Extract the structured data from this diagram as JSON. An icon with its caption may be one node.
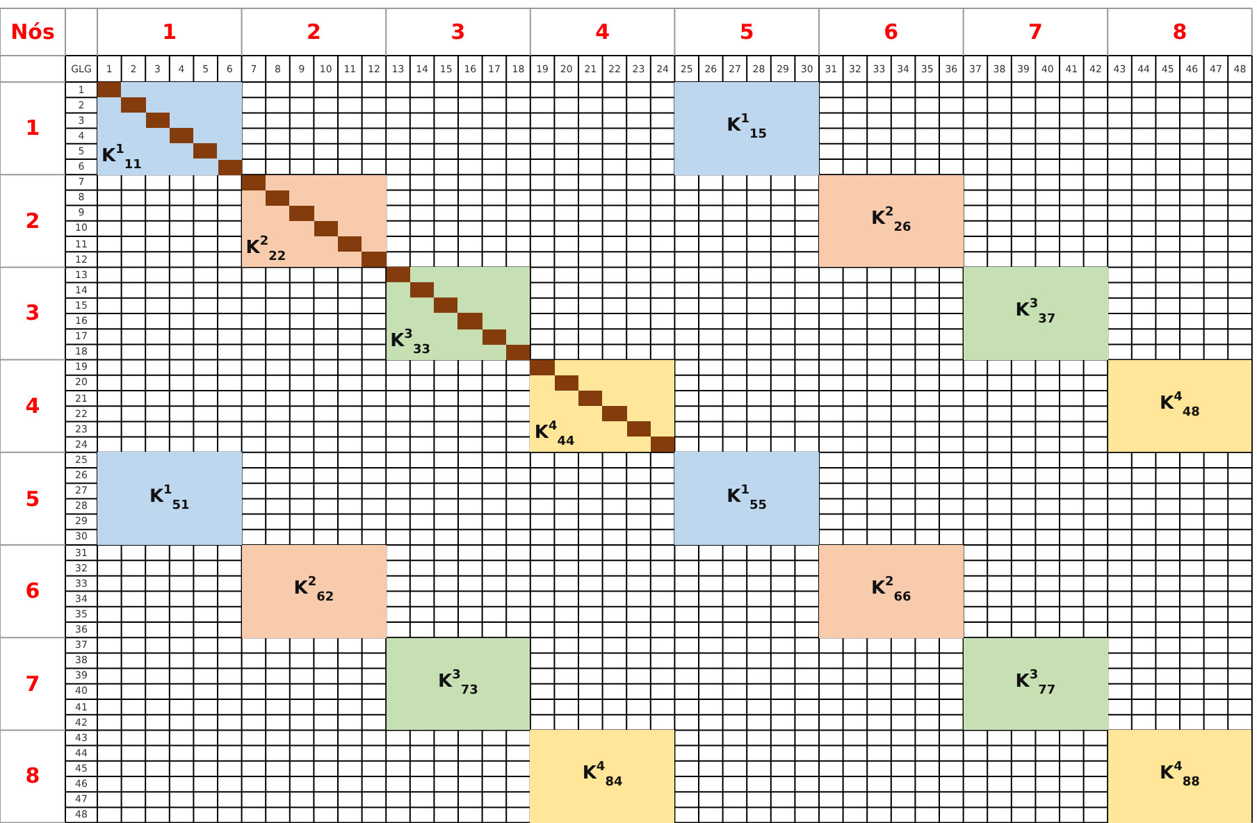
{
  "diagram": {
    "nodes": [
      {
        "text": [
          "K$^{1}$$_{11}$"
        ]
      },
      {
        "text": [
          "K$^{1}$$_{15}$"
        ]
      },
      {
        "text": [
          "K$^{2}$$_{22}$"
        ]
      },
      {
        "text": [
          "K$^{2}$$_{26}$"
        ]
      },
      {
        "text": [
          "K$^{3}$$_{33}$"
        ]
      },
      {
        "text": [
          "K$^{3}$$_{37}$"
        ]
      },
      {
        "text": [
          "K$^{4}$$_{44}$"
        ]
      },
      {
        "text": [
          "K$^{4}$$_{48}$"
        ]
      },
      {
        "text": [
          "K$^{1}$$_{51}$"
        ]
      },
      {
        "text": [
          "K$^{1}$$_{55}$"
        ]
      },
      {
        "text": [
          "K$^{2}$$_{62}$"
        ]
      },
      {
        "text": [
          "K$^{2}$$_{66}$"
        ]
      },
      {
        "text": [
          "K$^{3}$$_{73}$"
        ]
      },
      {
        "text": [
          "K$^{3}$$_{77}$"
        ]
      },
      {
        "text": [
          "K$^{4}$$_{84}$"
        ]
      },
      {
        "text": [
          "K$^{4}$$_{88}$"
        ]
      }
    ],
    "labels": [
      "Nós",
      "1",
      "2",
      "3",
      "4",
      "5",
      "6",
      "7",
      "8",
      "GLG",
      "1",
      "2",
      "3",
      "4",
      "5",
      "6",
      "7",
      "8",
      "9",
      "10",
      "11",
      "12",
      "13",
      "14",
      "15",
      "16",
      "17",
      "18",
      "19",
      "20",
      "21",
      "22",
      "23",
      "24",
      "25",
      "26",
      "27",
      "28",
      "29",
      "30",
      "31",
      "32",
      "33",
      "34",
      "35",
      "36",
      "37",
      "38",
      "39",
      "40",
      "41",
      "42",
      "43",
      "44",
      "45",
      "46",
      "47",
      "48",
      "1",
      "1",
      "2",
      "3",
      "4",
      "5",
      "6",
      "2",
      "7",
      "8",
      "9",
      "10",
      "11",
      "12",
      "3",
      "13",
      "14",
      "15",
      "16",
      "17",
      "18",
      "4",
      "19",
      "20",
      "21",
      "22",
      "23",
      "24",
      "5",
      "25",
      "26",
      "27",
      "28",
      "29",
      "30",
      "6",
      "31",
      "32",
      "33",
      "34",
      "35",
      "36",
      "7",
      "37",
      "38",
      "39",
      "40",
      "41",
      "42",
      "8",
      "43",
      "44",
      "45",
      "46",
      "47",
      "48"
    ]
  }
}
